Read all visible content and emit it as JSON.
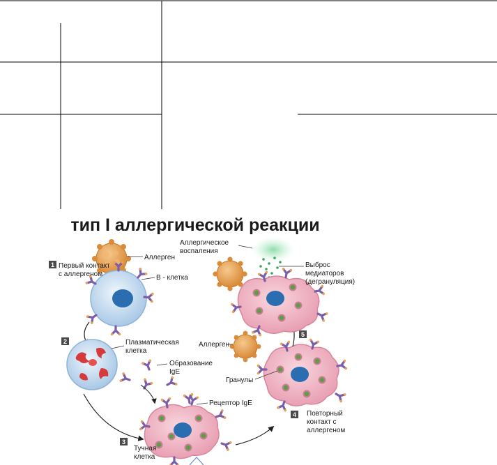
{
  "diagram": {
    "title": "тип I аллергической реакции",
    "labels": {
      "allergen_top": "Аллерген",
      "first_contact_1": "Первый контакт",
      "first_contact_2": "с аллергеном",
      "b_cell": "В - клетка",
      "plasma_1": "Плазматическая",
      "plasma_2": "клетка",
      "ige_form_1": "Образование",
      "ige_form_2": "IgE",
      "receptor": "Рецептор IgE",
      "mast_1": "Тучная",
      "mast_2": "клетка",
      "repeat_1": "Повторный",
      "repeat_2": "контакт с",
      "repeat_3": "аллергеном",
      "granules": "Гранулы",
      "allergen_mid": "Аллерген",
      "inflam_1": "Аллергическое",
      "inflam_2": "воспаления",
      "release_1": "Выброс",
      "release_2": "медиаторов",
      "release_3": "(дегрануляция)"
    },
    "steps": [
      "1",
      "2",
      "3",
      "4",
      "5"
    ],
    "colors": {
      "allergen": "#e8a256",
      "b_cell": "#c9def0",
      "b_nucleus": "#2a6db0",
      "mast": "#f2b8c6",
      "antibody": "#7b5ea7",
      "granule": "#5e9c48",
      "plasma_red": "#d53b3b",
      "mediator": "#3aa35e"
    }
  }
}
